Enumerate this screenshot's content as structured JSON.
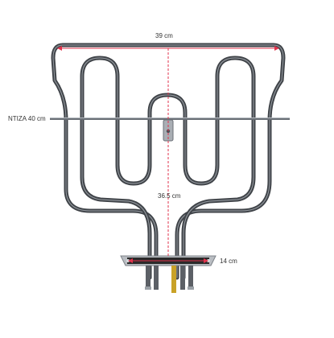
{
  "photo": {
    "subject": "oven-grill-heating-element",
    "colors": {
      "background": "#ffffff",
      "element_steel": "#4b4f55",
      "element_highlight": "#9aa0a6",
      "dimension_line": "#e0334c",
      "bracket_metal": "#b9bdc2",
      "bracket_dark": "#2a2a2a"
    }
  },
  "dimensions": {
    "width_label": "39 cm",
    "side_label": "NTIZA 40 cm",
    "height_label": "36.5 cm",
    "bracket_label": "14 cm"
  }
}
